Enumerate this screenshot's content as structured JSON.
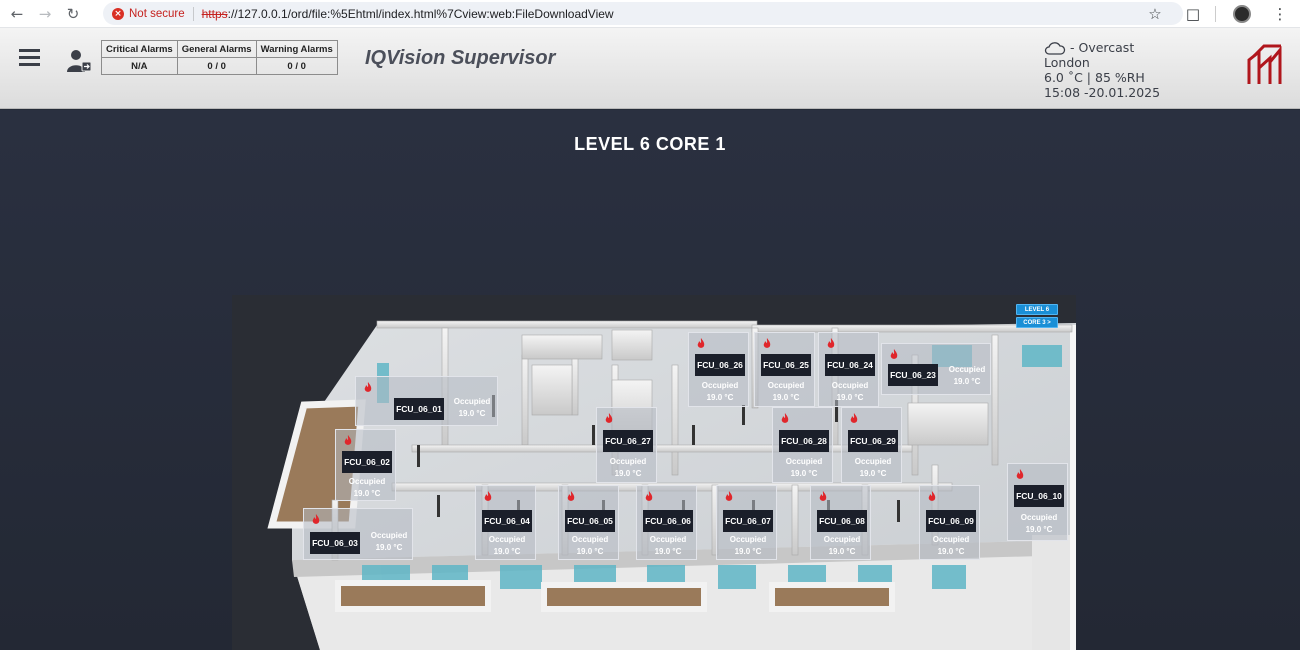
{
  "browser": {
    "security_label": "Not secure",
    "url_scheme": "https",
    "url_rest": "://127.0.0.1/ord/file:%5Ehtml/index.html%7Cview:web:FileDownloadView"
  },
  "header": {
    "alarms": {
      "headers": [
        "Critical Alarms",
        "General Alarms",
        "Warning Alarms"
      ],
      "values": [
        "N/A",
        "0 / 0",
        "0 / 0"
      ]
    },
    "title": "IQVision Supervisor",
    "weather": {
      "condition": "- Overcast",
      "city": "London",
      "temp_humidity": "6.0 ˚C | 85 %RH",
      "datetime": "15:08 -20.01.2025"
    }
  },
  "main": {
    "title": "LEVEL 6 CORE 1",
    "buttons": {
      "level": "LEVEL 6",
      "core": "CORE 3 >"
    },
    "fcus": [
      {
        "name": "FCU_06_01",
        "status": "Occupied",
        "temp": "19.0 °C"
      },
      {
        "name": "FCU_06_02",
        "status": "Occupied",
        "temp": "19.0 °C"
      },
      {
        "name": "FCU_06_03",
        "status": "Occupied",
        "temp": "19.0 °C"
      },
      {
        "name": "FCU_06_04",
        "status": "Occupied",
        "temp": "19.0 °C"
      },
      {
        "name": "FCU_06_05",
        "status": "Occupied",
        "temp": "19.0 °C"
      },
      {
        "name": "FCU_06_06",
        "status": "Occupied",
        "temp": "19.0 °C"
      },
      {
        "name": "FCU_06_07",
        "status": "Occupied",
        "temp": "19.0 °C"
      },
      {
        "name": "FCU_06_08",
        "status": "Occupied",
        "temp": "19.0 °C"
      },
      {
        "name": "FCU_06_09",
        "status": "Occupied",
        "temp": "19.0 °C"
      },
      {
        "name": "FCU_06_10",
        "status": "Occupied",
        "temp": "19.0 °C"
      },
      {
        "name": "FCU_06_23",
        "status": "Occupied",
        "temp": "19.0 °C"
      },
      {
        "name": "FCU_06_24",
        "status": "Occupied",
        "temp": "19.0 °C"
      },
      {
        "name": "FCU_06_25",
        "status": "Occupied",
        "temp": "19.0 °C"
      },
      {
        "name": "FCU_06_26",
        "status": "Occupied",
        "temp": "19.0 °C"
      },
      {
        "name": "FCU_06_27",
        "status": "Occupied",
        "temp": "19.0 °C"
      },
      {
        "name": "FCU_06_28",
        "status": "Occupied",
        "temp": "19.0 °C"
      },
      {
        "name": "FCU_06_29",
        "status": "Occupied",
        "temp": "19.0 °C"
      }
    ]
  },
  "colors": {
    "accent": "#1a8fd6",
    "flame": "#e0262b",
    "logo": "#b0161c",
    "background": "#252b37"
  }
}
